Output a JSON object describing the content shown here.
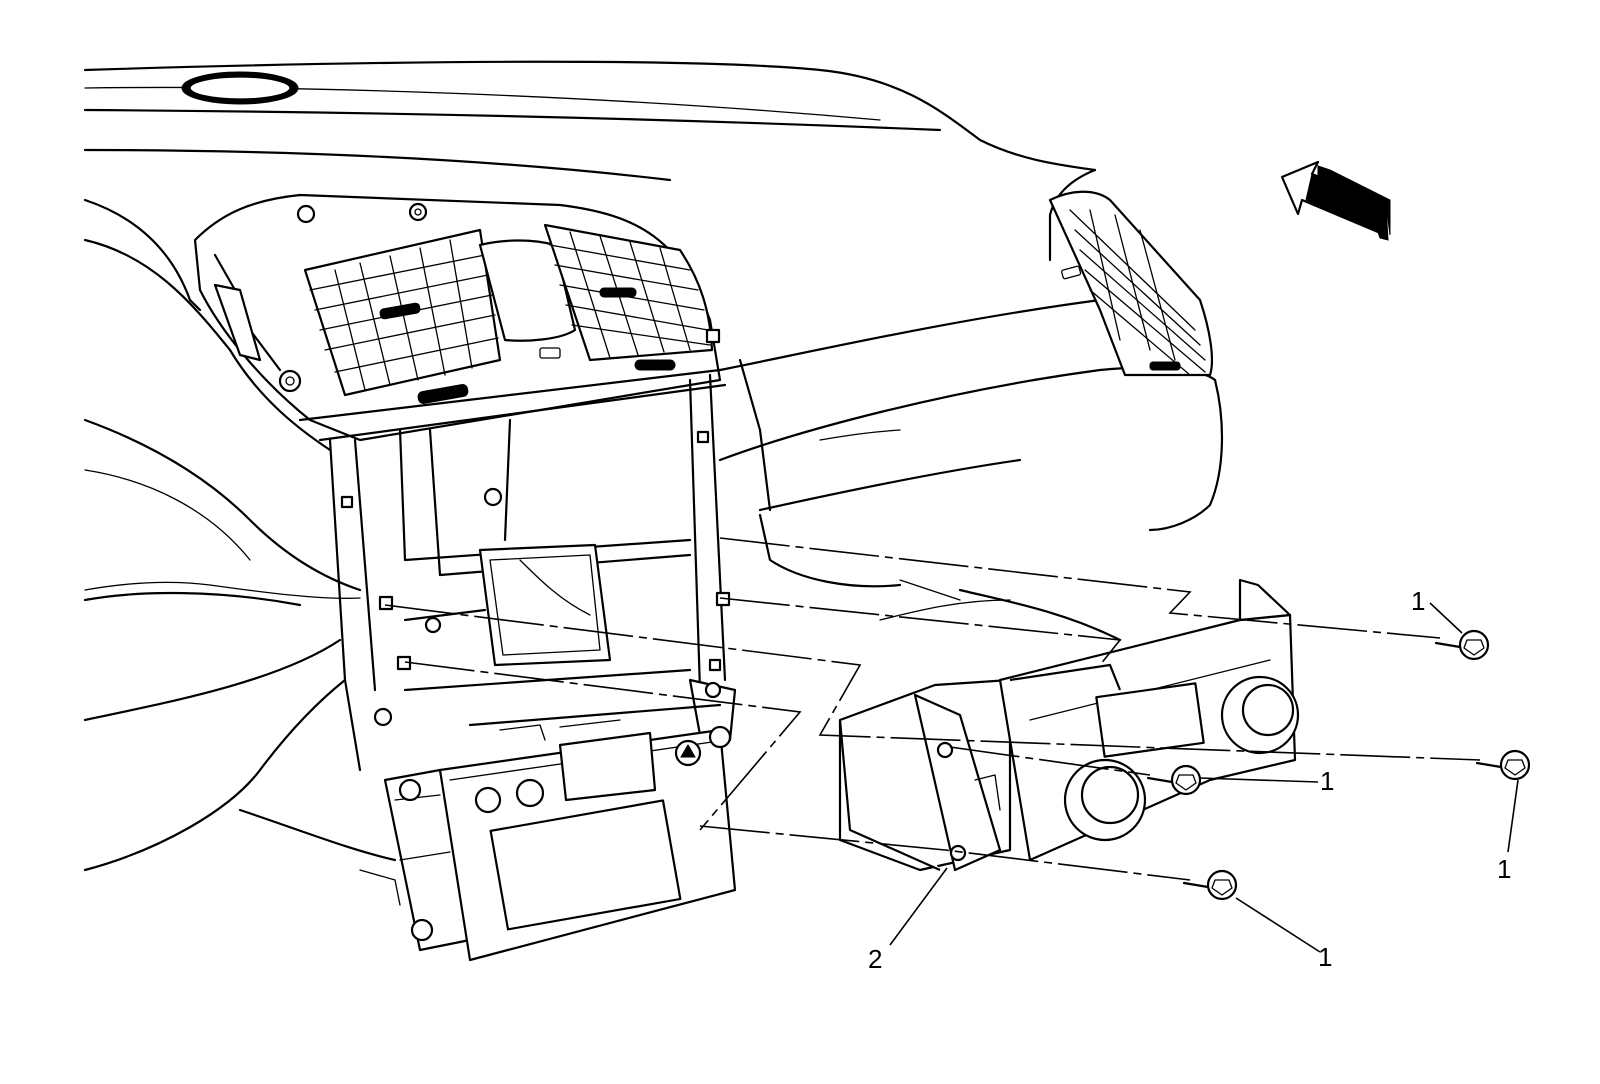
{
  "figure": {
    "callouts": [
      {
        "id": "c1a",
        "text": "1"
      },
      {
        "id": "c1b",
        "text": "1"
      },
      {
        "id": "c1c",
        "text": "1"
      },
      {
        "id": "c1d",
        "text": "1"
      },
      {
        "id": "c2",
        "text": "2"
      }
    ],
    "icons": [
      "direction-arrow-icon",
      "fastener-icon",
      "control-module-icon"
    ]
  }
}
